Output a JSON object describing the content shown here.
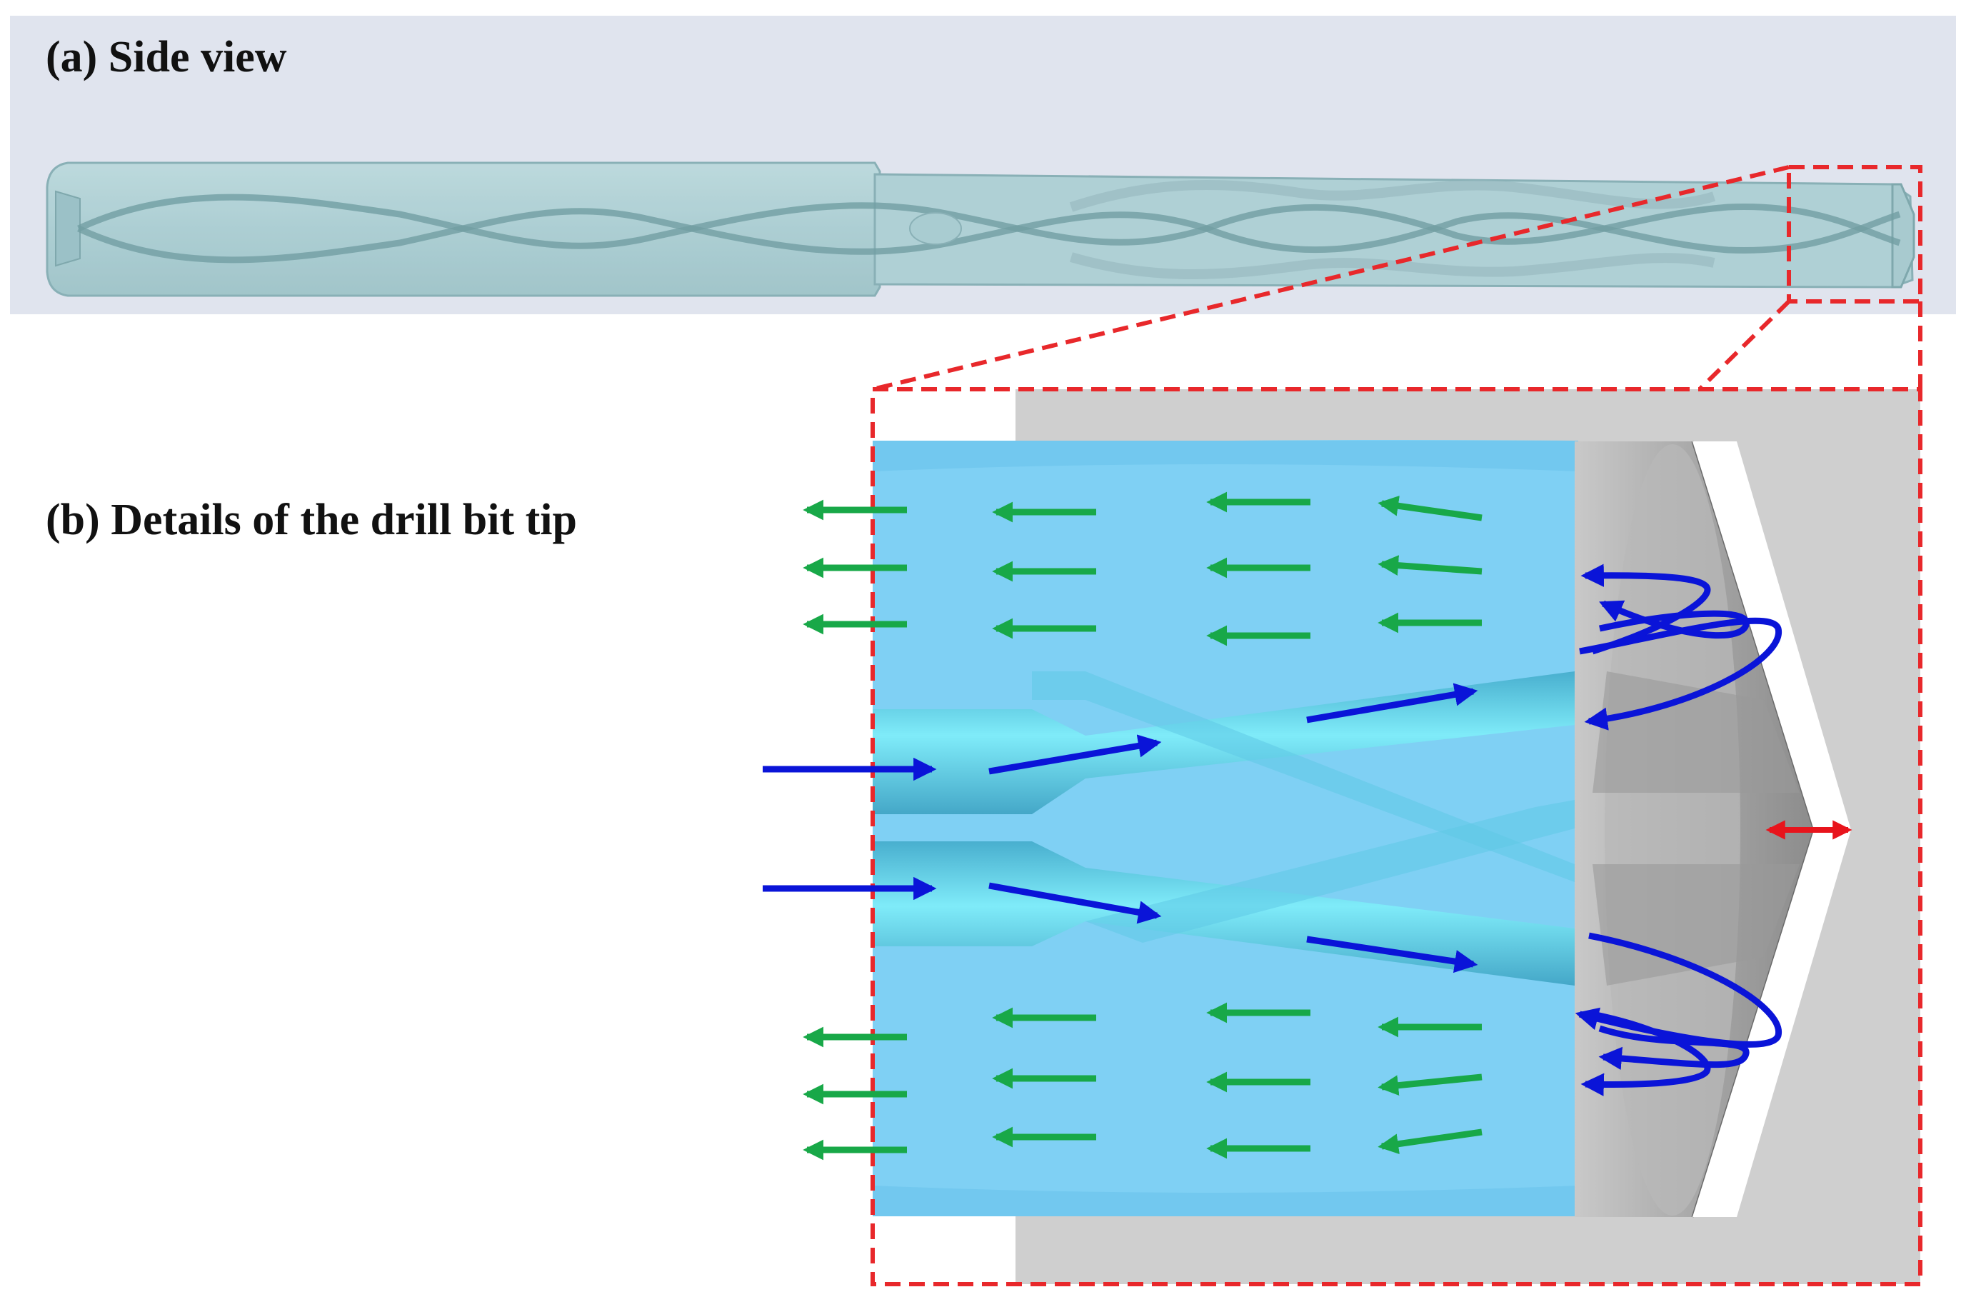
{
  "panels": {
    "a": {
      "label": "(a) Side view"
    },
    "b": {
      "label": "(b) Details of the drill bit tip"
    }
  },
  "colors": {
    "side_view_background": "#e0e4ee",
    "drill_body": "#a9cfd2",
    "drill_outline": "#6f9ea2",
    "coolant_region": "#7fd0f4",
    "coolant_channel": "#63dcef",
    "workpiece": "#cfcfcf",
    "cutting_tip": "#a8a8a8",
    "zoom_box": "#e8282b",
    "inflow_arrow": "#0a14d8",
    "outflow_arrow": "#18a848",
    "gap_arrow": "#e8141c"
  },
  "icons": {
    "inflow": "blue-arrow-icon",
    "outflow": "green-arrow-icon",
    "gap": "double-headed-red-arrow-icon",
    "zoom": "red-dashed-zoom-box"
  }
}
